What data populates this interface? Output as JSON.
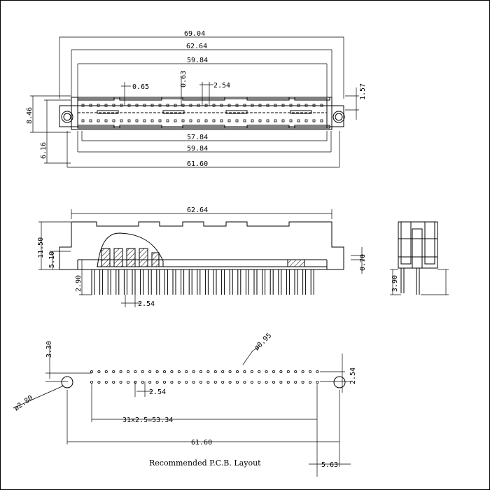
{
  "top_view": {
    "dim_overall": "69.04",
    "dim_62_64": "62.64",
    "dim_59_84_top": "59.84",
    "dim_pin_width": "0.65",
    "dim_0_63": "0.63",
    "dim_pitch": "2.54",
    "dim_1_57": "1.57",
    "dim_8_46": "8.46",
    "dim_6_16": "6.16",
    "dim_57_84": "57.84",
    "dim_59_84_bottom": "59.84",
    "dim_61_60": "61.60"
  },
  "side_view": {
    "dim_62_64": "62.64",
    "dim_11_50": "11.50",
    "dim_5_10": "5.10",
    "dim_0_70": "0.70",
    "dim_2_90": "2.90",
    "dim_2_54": "2.54"
  },
  "end_view": {
    "dim_3_90": "3.90"
  },
  "pcb_layout": {
    "dim_3_30": "3.30",
    "dim_0_95": "ø0.95",
    "dim_2_54_right": "2.54",
    "dim_2_80": "ø2.80",
    "dim_2_54_pitch": "2.54",
    "dim_row": "31x2.5=53.34",
    "dim_61_60": "61.60",
    "dim_5_63": "5.63",
    "caption": "Recommended P.C.B. Layout"
  }
}
